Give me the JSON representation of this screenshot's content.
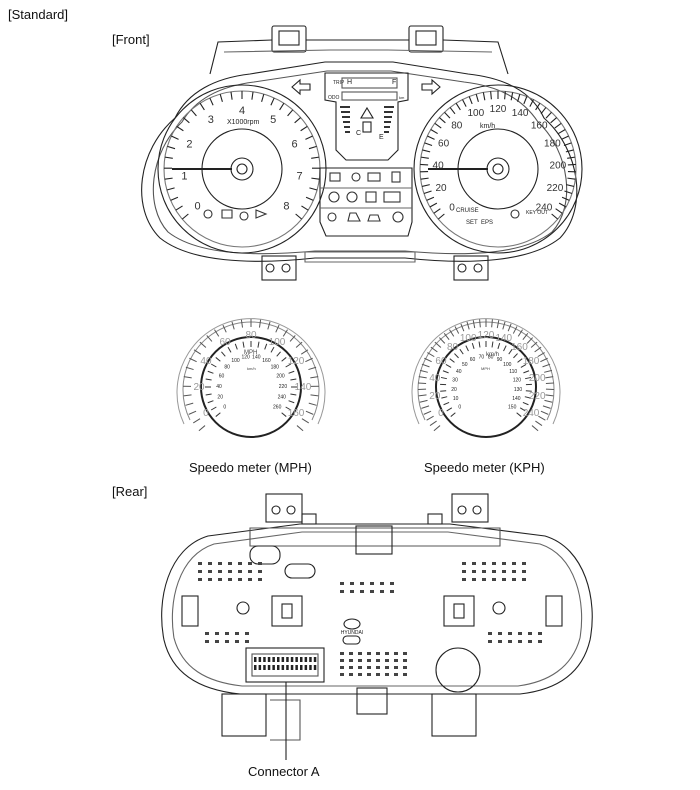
{
  "labels": {
    "standard": "[Standard]",
    "front": "[Front]",
    "rear": "[Rear]",
    "speedo_mph": "Speedo meter (MPH)",
    "speedo_kph": "Speedo meter (KPH)",
    "connector_a": "Connector A"
  },
  "tachometer": {
    "unit": "X1000rpm",
    "ticks": [
      "0",
      "1",
      "2",
      "3",
      "4",
      "5",
      "6",
      "7",
      "8"
    ]
  },
  "speedometer_front": {
    "unit": "km/h",
    "ticks": [
      "0",
      "20",
      "40",
      "60",
      "80",
      "100",
      "120",
      "140",
      "160",
      "180",
      "200",
      "220",
      "240"
    ],
    "indicators": [
      "CRUISE",
      "SET",
      "EPS",
      "KEY OUT"
    ]
  },
  "fuel_gauge": {
    "empty": "E",
    "full": "F"
  },
  "temp_gauge": {
    "cold": "C",
    "hot": "H"
  },
  "lcd": {
    "trip": "TRIP",
    "odo": "ODO",
    "unit": "km"
  },
  "speedo_mph": {
    "outer_ticks": [
      "0",
      "20",
      "40",
      "60",
      "80",
      "100",
      "120",
      "140",
      "160"
    ],
    "outer_unit": "MPH",
    "inner_unit": "km/h",
    "inner_ticks": [
      "0",
      "20",
      "40",
      "60",
      "80",
      "100",
      "120",
      "140",
      "160",
      "180",
      "200",
      "220",
      "240",
      "260"
    ]
  },
  "speedo_kph": {
    "outer_ticks": [
      "0",
      "20",
      "40",
      "60",
      "80",
      "100",
      "120",
      "140",
      "160",
      "180",
      "200",
      "220",
      "240"
    ],
    "outer_unit": "km/h",
    "inner_unit": "MPH",
    "inner_ticks": [
      "0",
      "10",
      "20",
      "30",
      "40",
      "50",
      "60",
      "70",
      "80",
      "90",
      "100",
      "110",
      "120",
      "130",
      "140",
      "150"
    ]
  },
  "rear": {
    "brand": "HYUNDAI"
  },
  "colors": {
    "line": "#222222",
    "light_line": "#888888",
    "background": "#ffffff"
  }
}
